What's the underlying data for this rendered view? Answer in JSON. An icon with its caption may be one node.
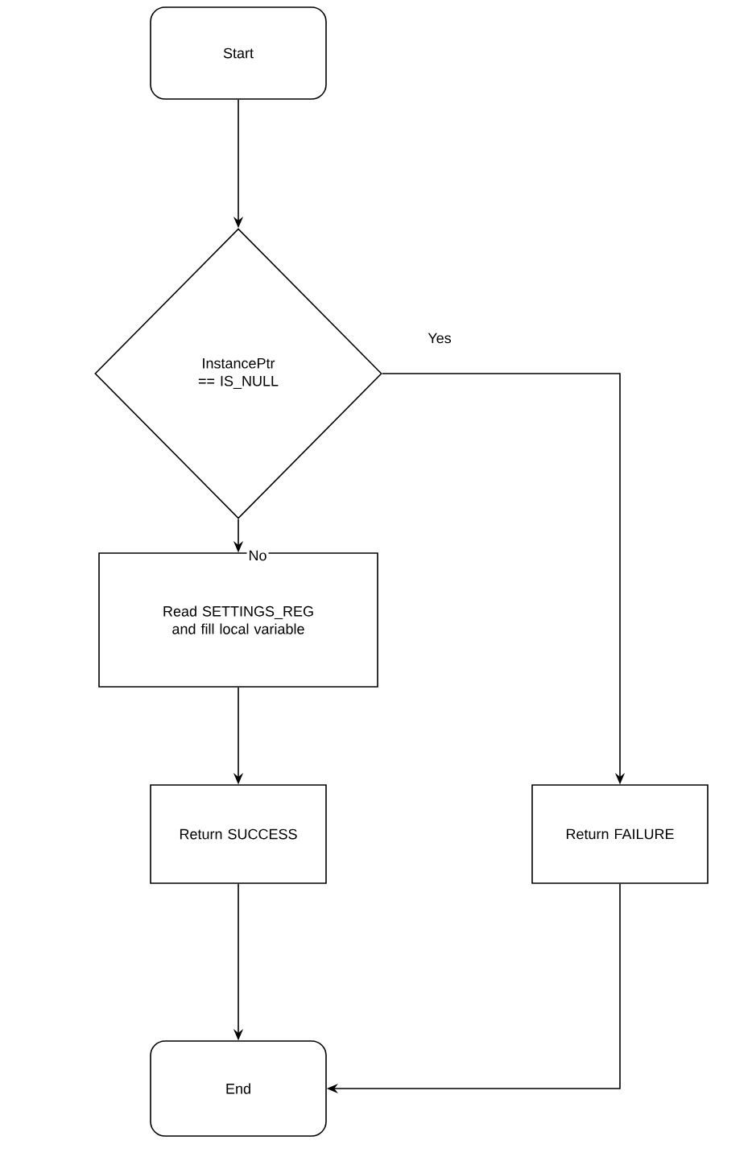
{
  "diagram": {
    "nodes": [
      {
        "text": [
          "Start"
        ]
      },
      {
        "text": [
          "InstancePtr == IS_NULL"
        ]
      },
      {
        "text": [
          "Read SETTINGS_REG and fill local variable"
        ]
      },
      {
        "text": [
          "Return SUCCESS"
        ]
      },
      {
        "text": [
          "Return FAILURE"
        ]
      },
      {
        "text": [
          "End"
        ]
      }
    ],
    "edges": [
      {
        "from": 0,
        "to": 1,
        "arrow": "to"
      },
      {
        "from": 1,
        "to": 2,
        "arrow": "to",
        "label": "No"
      },
      {
        "from": 1,
        "to": 4,
        "arrow": "to",
        "label": "Yes"
      },
      {
        "from": 2,
        "to": 3,
        "arrow": "to"
      },
      {
        "from": 3,
        "to": 5,
        "arrow": "to"
      },
      {
        "from": 4,
        "to": 5,
        "arrow": "to"
      }
    ]
  }
}
